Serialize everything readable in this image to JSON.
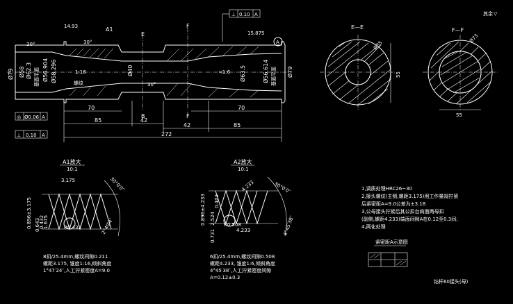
{
  "title_block": {
    "corner_note": "其余",
    "part_name": "钻杆60接头(母)"
  },
  "main_view": {
    "tolerance_top": {
      "symbol": "⊥",
      "value": "0.10",
      "datum": "A"
    },
    "tolerance_left": {
      "symbol": "◎",
      "value": "Ø0.06",
      "datum": "A"
    },
    "tolerance_left2": {
      "symbol": "⊥",
      "value": "0.10",
      "datum": "A"
    },
    "dim_top_left": "14.93",
    "dim_top_right": "15.875",
    "dia_left": "Ø79",
    "dia_right": "Ø79",
    "dia_inner1": "Ø58",
    "dia_inner2": "Ø62.3",
    "dia_inner3": "Ø56.904",
    "dia_inner4": "Ø58.296",
    "dia_inner5": "Ø40",
    "dia_inner6": "Ø56.614",
    "dia_inner7": "Ø63.5",
    "ref_label_left": "基面平面",
    "ref_label_right": "基面平面",
    "ratio_left": "1:16",
    "ratio_right": "<1:6",
    "thread_label": "螺纹",
    "angle_left": "30°",
    "angle_right": "30°",
    "angle_top": "30°",
    "section_B": "B",
    "section_F": "F",
    "view_A1": "A1",
    "view_A_circle": "A",
    "dims_bottom": [
      "70",
      "85",
      "42",
      "272",
      "70",
      "42",
      "85"
    ]
  },
  "section_views": {
    "ee": {
      "label": "E—E",
      "dia": "Ø35",
      "width": "55"
    },
    "ff": {
      "label": "F—F",
      "dia": "Ø73",
      "width": "55"
    }
  },
  "detail_A1": {
    "title": "A1放大",
    "scale": "10:1",
    "dims": [
      "3.175",
      "1.675",
      "0.432",
      "0.896±3.175",
      "0.643",
      "R0.432",
      "30°0′0″",
      "2°40′4″"
    ],
    "note_lines": [
      "8扣/25.4mm,螺纹间隙0.211",
      "螺距3.175, 锥度1:16,倾斜角度",
      "1°47′24″,人工拧紧密度A=9.0"
    ]
  },
  "detail_A2": {
    "title": "A2放大",
    "scale": "10:1",
    "dims": [
      "4.233",
      "0.896±4.233",
      "2.524",
      "0.403",
      "0.731",
      "R0.508",
      "30°0′0″",
      "4°45′38″",
      "4.233"
    ],
    "note_lines": [
      "6扣/25.4mm,螺纹间隙0.508",
      "螺距4.233,  锥度1:6,倾斜角度",
      "4°45′38″,人工拧紧密度间隙",
      "A=0.12±0.3"
    ]
  },
  "notes": {
    "lines": [
      "1,调质处理HRC26~30",
      "2,接头螺纹(主侧,螺距3.175)用工作量规拧紧",
      "后紧密距A=9.0公差为±3.18",
      "3,公母接头拧紧后其公扣台肩面两母扣",
      "(副侧,螺距4.233)端面间隙A在0.12至0.3间;",
      "4,两化处理"
    ],
    "seal_label": "紧密距A示意图"
  }
}
